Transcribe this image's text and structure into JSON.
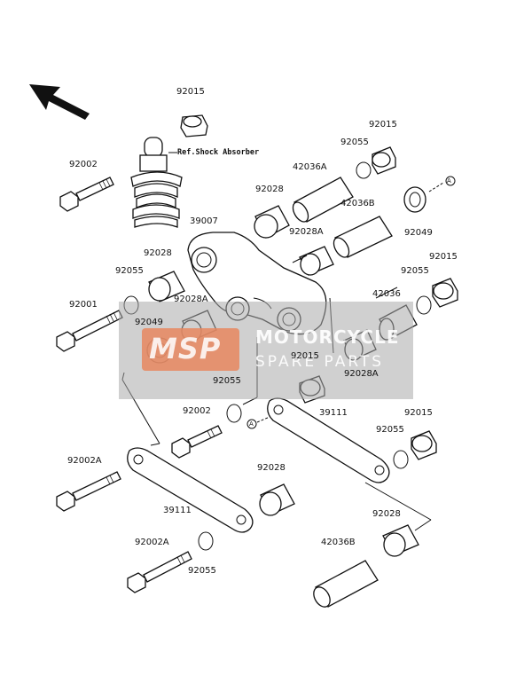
{
  "labels": {
    "l92015_top": "92015",
    "ref_shock": "Ref.Shock Absorber",
    "l92002_top": "92002",
    "l92015_r1": "92015",
    "l92055_r1": "92055",
    "l42036A": "42036A",
    "l92028_mid": "92028",
    "l42036B_top": "42036B",
    "l39007": "39007",
    "l92028A_mid": "92028A",
    "l92049_r": "92049",
    "l92028_left": "92028",
    "l92055_left": "92055",
    "l92015_r2": "92015",
    "l92055_r2": "92055",
    "l42036": "42036",
    "l92001": "92001",
    "l92028A_left": "92028A",
    "l92049_left": "92049",
    "l92015_mid": "92015",
    "l92028A_right": "92028A",
    "l92055_center": "92055",
    "l92002_mid": "92002",
    "l39111_right": "39111",
    "l92015_low": "92015",
    "l92055_low": "92055",
    "l92002A_left": "92002A",
    "l92028_low": "92028",
    "l39111_left": "39111",
    "l92002A_bottom": "92002A",
    "l92055_bottom": "92055",
    "l92028_bottom": "92028",
    "l42036B_bottom": "42036B",
    "marker_a": "A"
  },
  "watermark": {
    "logo": "MSP",
    "title": "MOTORCYCLE",
    "subtitle": "SPARE PARTS"
  }
}
